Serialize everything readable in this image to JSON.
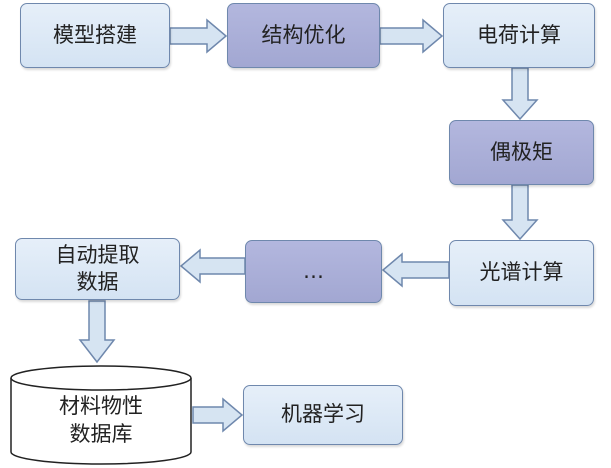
{
  "nodes": {
    "model_build": "模型搭建",
    "structure_opt": "结构优化",
    "charge_calc": "电荷计算",
    "dipole": "偶极矩",
    "spectrum_calc": "光谱计算",
    "ellipsis": "…",
    "auto_extract_line1": "自动提取",
    "auto_extract_line2": "数据",
    "database_line1": "材料物性",
    "database_line2": "数据库",
    "machine_learning": "机器学习"
  },
  "colors": {
    "light_fill": "#dbe8f5",
    "dark_fill": "#a9aed6",
    "border": "#6f88ad"
  }
}
